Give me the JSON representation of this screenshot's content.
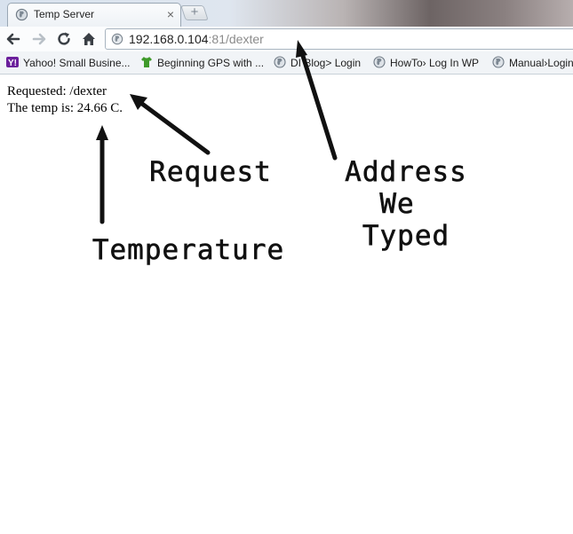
{
  "browser": {
    "tab": {
      "title": "Temp Server",
      "close_glyph": "×"
    },
    "new_tab_glyph": "+",
    "address_bar": {
      "host": "192.168.0.104",
      "port_path": ":81/dexter"
    }
  },
  "bookmarks": [
    {
      "label": "Yahoo! Small Busine...",
      "icon": "yahoo-icon"
    },
    {
      "label": "Beginning GPS with ...",
      "icon": "shirt-icon"
    },
    {
      "label": "DI Blog> Login",
      "icon": "globe-icon"
    },
    {
      "label": "HowTo› Log In WP",
      "icon": "globe-icon"
    },
    {
      "label": "Manual›Login",
      "icon": "globe-icon"
    }
  ],
  "page": {
    "line1": "Requested: /dexter",
    "line2": "The temp is: 24.66 C."
  },
  "annotations": {
    "request": "Request",
    "address_line1": "Address",
    "address_line2": "We",
    "address_line3": "Typed",
    "temperature": "Temperature"
  }
}
